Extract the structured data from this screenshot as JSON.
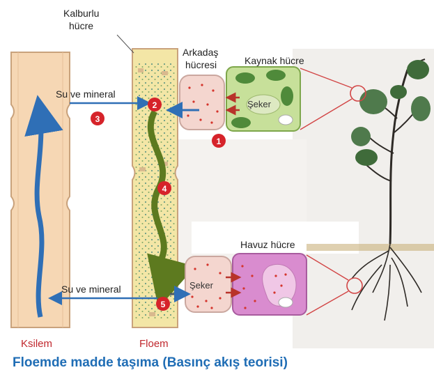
{
  "labels": {
    "kalburlu_line1": "Kalburlu",
    "kalburlu_line2": "hücre",
    "arkadas_line1": "Arkadaş",
    "arkadas_line2": "hücresi",
    "kaynak": "Kaynak hücre",
    "havuz": "Havuz hücre",
    "seker_top": "Şeker",
    "seker_bottom": "Şeker",
    "su_mineral_top": "Su ve mineral",
    "su_mineral_bottom": "Su ve mineral",
    "ksilem": "Ksilem",
    "floem": "Floem"
  },
  "steps": [
    "1",
    "2",
    "3",
    "4",
    "5"
  ],
  "caption": "Floemde madde taşıma (Basınç akış teorisi)",
  "colors": {
    "xylem_fill": "#f6d7b4",
    "phloem_fill": "#f3e6a6",
    "wall": "#c9a27c",
    "water_arrow": "#2f6fb6",
    "sugar_arrow": "#5d7a1f",
    "step_badge": "#d6232a",
    "organ_label": "#c0272d",
    "caption": "#1f6db5",
    "companion_cell": "#f4d6cf",
    "source_cell": "#c7e09a",
    "sink_cell": "#d98ccf"
  }
}
